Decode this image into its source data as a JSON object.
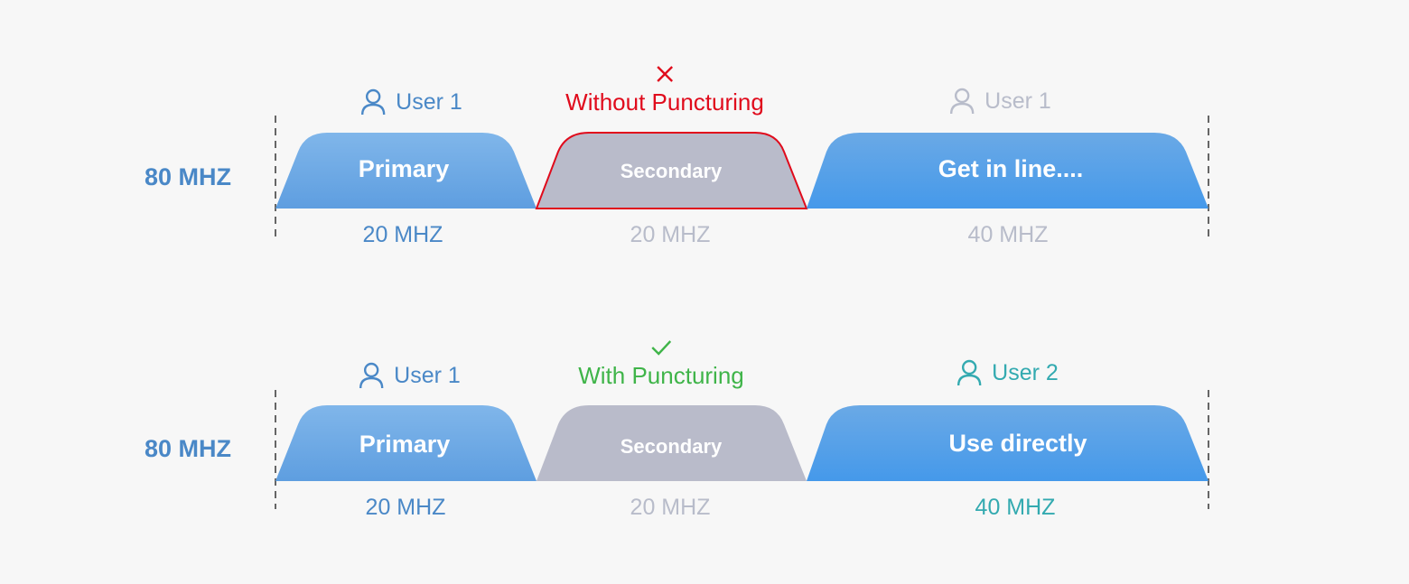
{
  "colors": {
    "blue_text": "#4a88c7",
    "gray_text": "#b8bcca",
    "teal_text": "#33aab0",
    "red": "#e00b1c",
    "green": "#3fb449",
    "secondary_fill": "#b9bbca",
    "primary_gradient": [
      "#80b6ea",
      "#5e9ee0"
    ],
    "wide_gradient": [
      "#6aa9e6",
      "#4599ea"
    ],
    "background": "#f7f7f7"
  },
  "rows": [
    {
      "band_label": "80 MHZ",
      "status": {
        "icon": "cross-icon",
        "text": "Without Puncturing"
      },
      "users": {
        "primary": "User 1",
        "wide": "User 1"
      },
      "blocks": {
        "primary": "Primary",
        "secondary": "Secondary",
        "wide": "Get in line...."
      },
      "freqs": {
        "primary": "20 MHZ",
        "secondary": "20 MHZ",
        "wide": "40 MHZ"
      }
    },
    {
      "band_label": "80 MHZ",
      "status": {
        "icon": "check-icon",
        "text": "With Puncturing"
      },
      "users": {
        "primary": "User 1",
        "wide": "User 2"
      },
      "blocks": {
        "primary": "Primary",
        "secondary": "Secondary",
        "wide": "Use directly"
      },
      "freqs": {
        "primary": "20 MHZ",
        "secondary": "20 MHZ",
        "wide": "40 MHZ"
      }
    }
  ]
}
